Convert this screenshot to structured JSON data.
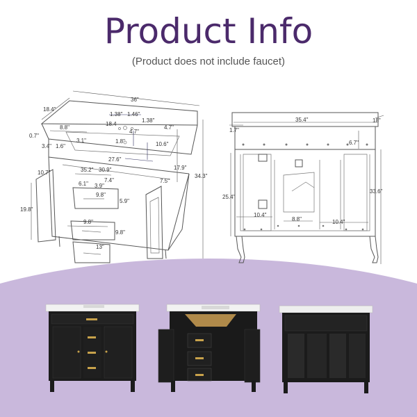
{
  "header": {
    "title": "Product Info",
    "subtitle": "(Product does not include faucet)"
  },
  "colors": {
    "title": "#4b2a6b",
    "lavender_wave": "#c9b8dc",
    "cabinet": "#1c1c1c",
    "hardware_gold": "#c8a24b"
  },
  "left_diagram": {
    "dims": [
      "36\"",
      "18.4\"",
      "1.38\"",
      "1.46\"",
      "18.4",
      "1.38\"",
      "8.8\"",
      "4.7\"",
      "4.7\"",
      "0.7\"",
      "3.1\"",
      "3.4\"",
      "1.6\"",
      "1.8\"",
      "10.6\"",
      "27.6\"",
      "35.2\"",
      "30.9\"",
      "17.9\"",
      "7.5\"",
      "10.7\"",
      "6.1\"",
      "7.4\"",
      "3.9\"",
      "9.8\"",
      "5.9\"",
      "19.8\"",
      "9.8\"",
      "9.8\"",
      "13\"",
      "34.3\""
    ]
  },
  "right_diagram": {
    "dims": [
      "35.4\"",
      "18\"",
      "1.7\"",
      "6.7\"",
      "25.4\"",
      "33.6\"",
      "10.4\"",
      "8.8\"",
      "10.4\""
    ]
  },
  "photos": {
    "items": [
      {
        "name": "front-closed"
      },
      {
        "name": "front-open"
      },
      {
        "name": "back-view"
      }
    ]
  }
}
